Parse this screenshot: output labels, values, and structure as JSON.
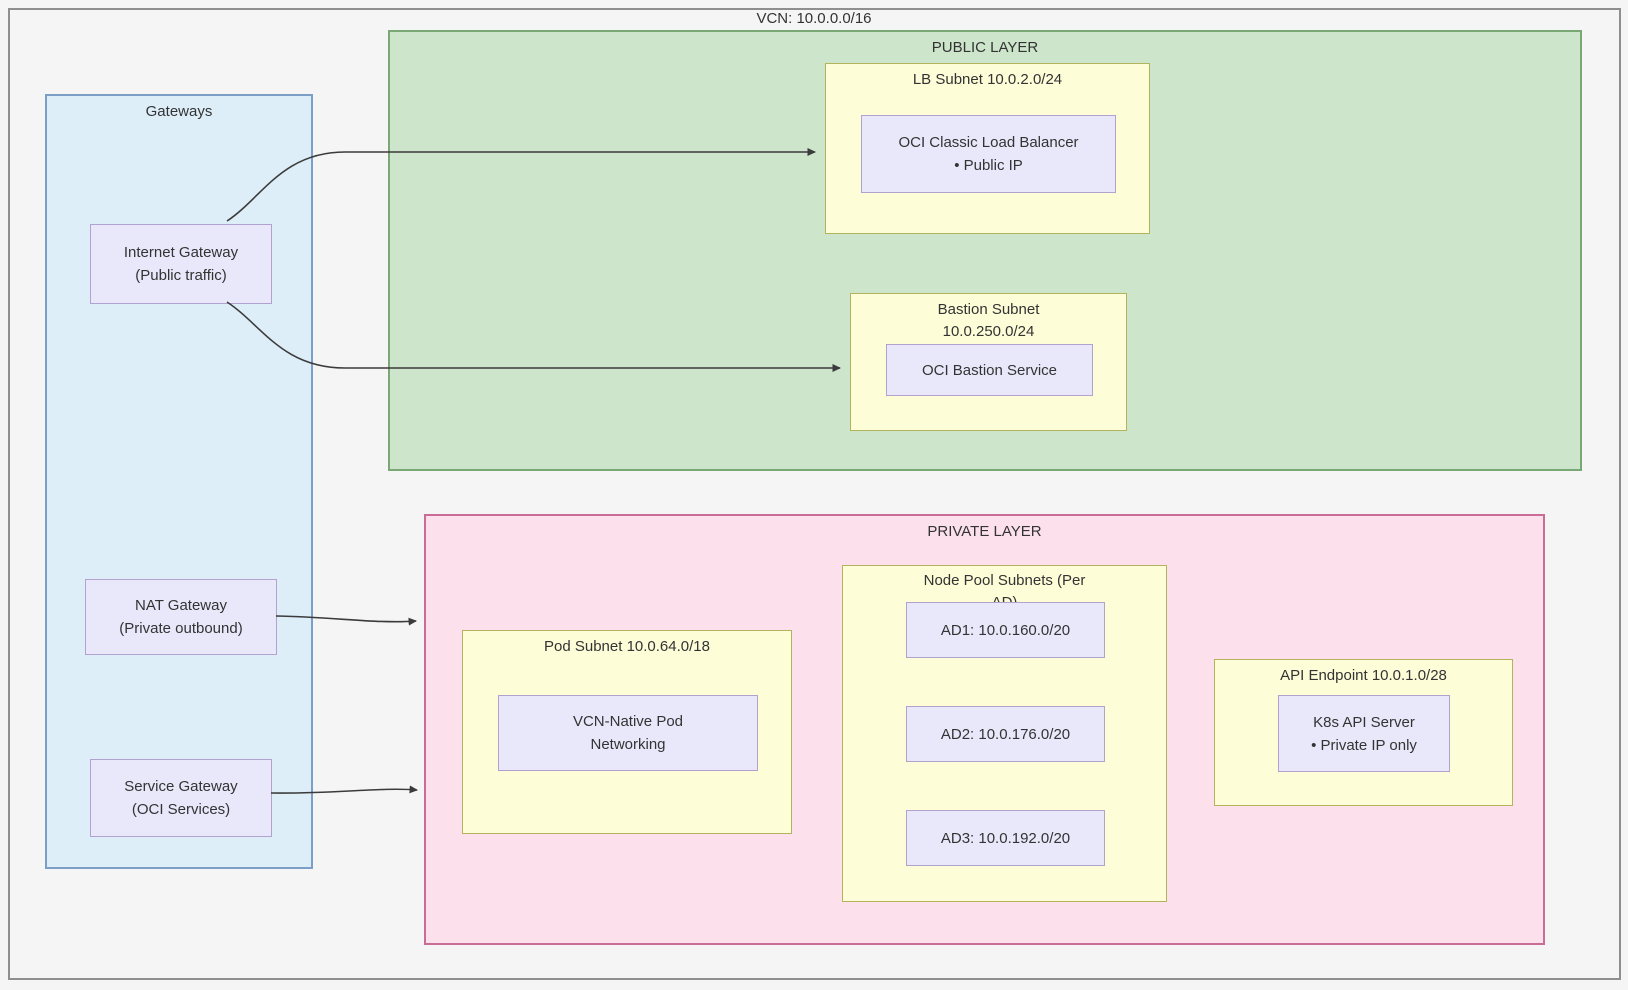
{
  "diagram_title": "VCN: 10.0.0.0/16",
  "gateways": {
    "title": "Gateways",
    "internet_gateway": {
      "line1": "Internet Gateway",
      "line2": "(Public traffic)"
    },
    "nat_gateway": {
      "line1": "NAT Gateway",
      "line2": "(Private outbound)"
    },
    "service_gateway": {
      "line1": "Service Gateway",
      "line2": "(OCI Services)"
    }
  },
  "public_layer": {
    "title": "PUBLIC LAYER",
    "lb_subnet": {
      "title": "LB Subnet 10.0.2.0/24",
      "load_balancer": {
        "line1": "OCI Classic Load Balancer",
        "line2": "• Public IP"
      }
    },
    "bastion_subnet": {
      "title_line1": "Bastion Subnet",
      "title_line2": "10.0.250.0/24",
      "bastion_service": "OCI Bastion Service"
    }
  },
  "private_layer": {
    "title": "PRIVATE LAYER",
    "pod_subnet": {
      "title": "Pod Subnet 10.0.64.0/18",
      "pod_networking": {
        "line1": "VCN-Native Pod",
        "line2": "Networking"
      }
    },
    "node_pool_subnets": {
      "title_line1": "Node Pool Subnets (Per",
      "title_line2": "AD)",
      "ads": [
        "AD1: 10.0.160.0/20",
        "AD2: 10.0.176.0/20",
        "AD3: 10.0.192.0/20"
      ]
    },
    "api_endpoint": {
      "title": "API Endpoint 10.0.1.0/28",
      "api_server": {
        "line1": "K8s API Server",
        "line2": "• Private IP only"
      }
    }
  },
  "edges": [
    {
      "from": "internet-gateway",
      "to": "lb-subnet"
    },
    {
      "from": "internet-gateway",
      "to": "bastion-subnet"
    },
    {
      "from": "nat-gateway",
      "to": "private-layer"
    },
    {
      "from": "service-gateway",
      "to": "private-layer"
    }
  ],
  "colors": {
    "background": "#f5f5f5",
    "outer_border": "#8f8f8f",
    "gateways_fill": "#ddeef9",
    "gateways_border": "#7b9fc7",
    "public_fill": "#cce5cb",
    "public_border": "#7aa874",
    "subnet_fill": "#fdfdd8",
    "subnet_border": "#b3b35c",
    "node_fill": "#e9e8fb",
    "node_border": "#b3a2cf",
    "private_fill": "#fce1ec",
    "private_border": "#c96d96",
    "edge": "#3b3b3b",
    "text": "#333333"
  }
}
